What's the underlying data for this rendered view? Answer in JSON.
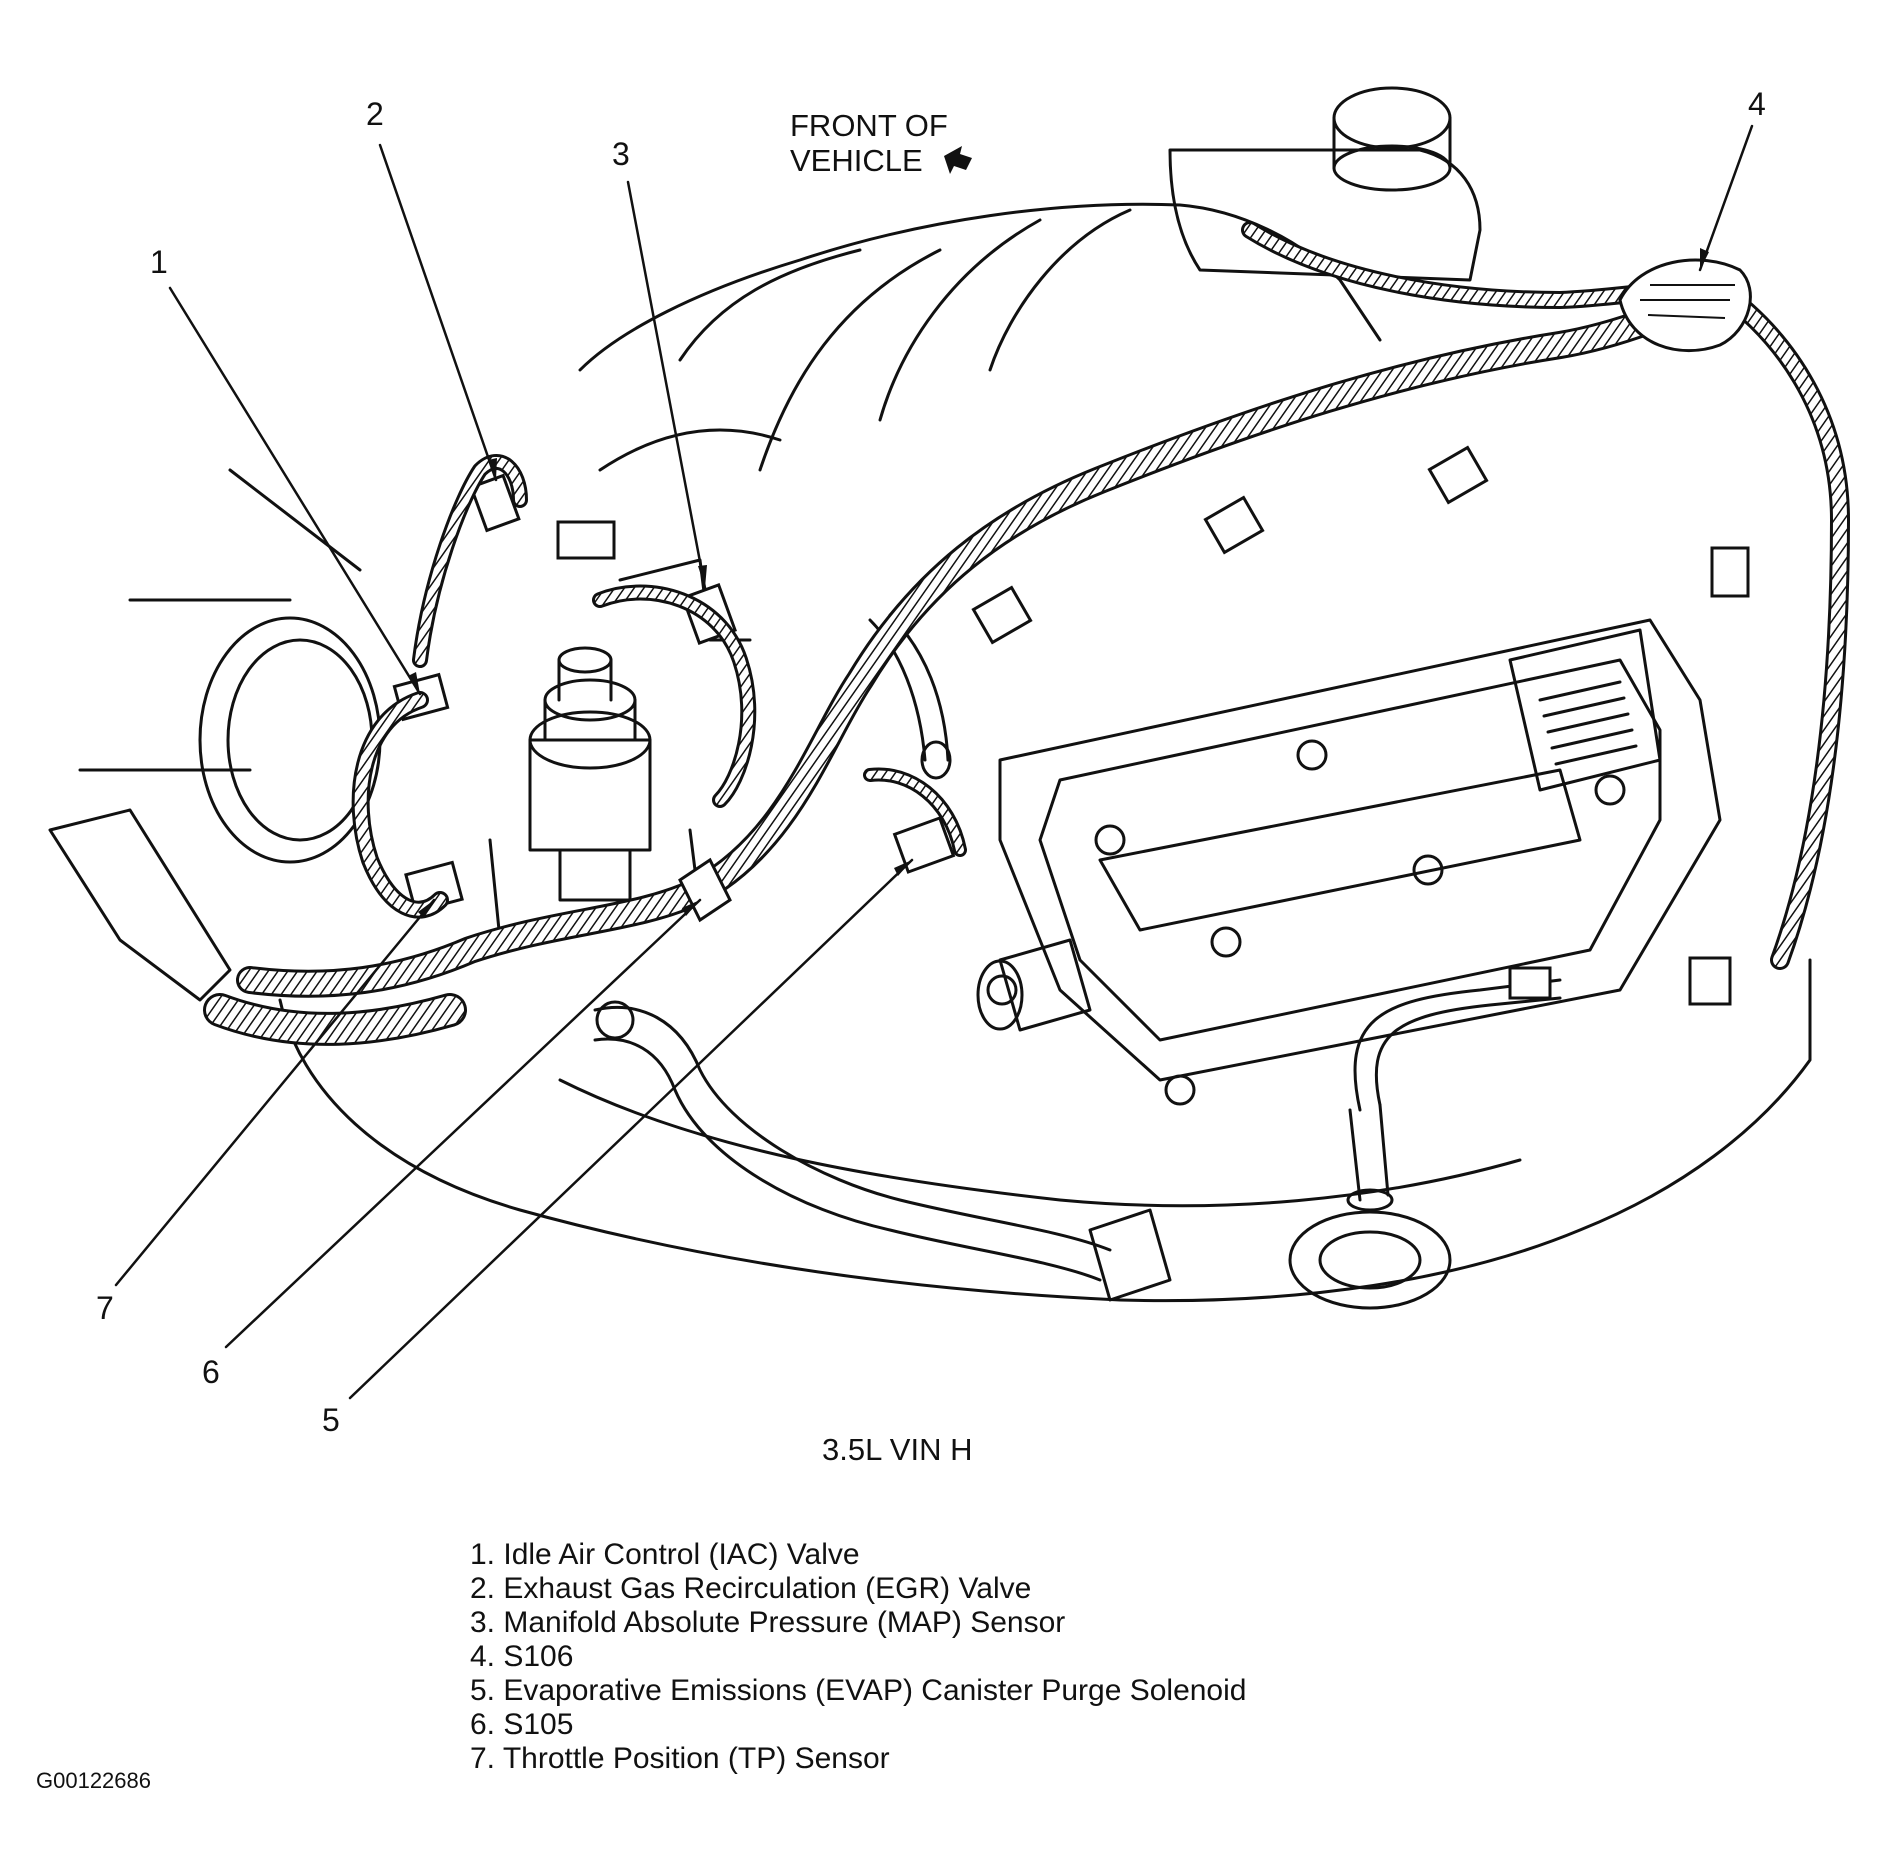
{
  "callouts": {
    "c1": "1",
    "c2": "2",
    "c3": "3",
    "c4": "4",
    "c5": "5",
    "c6": "6",
    "c7": "7"
  },
  "orientation": {
    "line1": "FRONT OF",
    "line2": "VEHICLE",
    "arrow_icon": "arrow-icon"
  },
  "engine_label": "3.5L VIN H",
  "legend": [
    "1. Idle Air Control (IAC) Valve",
    "2. Exhaust Gas Recirculation (EGR) Valve",
    "3. Manifold Absolute Pressure (MAP) Sensor",
    "4. S106",
    "5. Evaporative Emissions (EVAP) Canister Purge Solenoid",
    "6. S105",
    "7. Throttle Position (TP) Sensor"
  ],
  "figure_id": "G00122686"
}
